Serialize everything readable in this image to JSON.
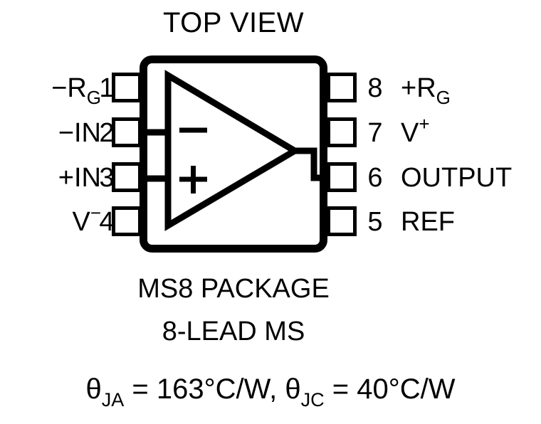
{
  "figure": {
    "title": "TOP VIEW",
    "package_name": "MS8 PACKAGE",
    "lead_description": "8-LEAD MS",
    "thermal": {
      "theta_ja_symbol": "θ",
      "theta_ja_sub": "JA",
      "theta_ja_value": " = 163°C/W, ",
      "theta_jc_symbol": "θ",
      "theta_jc_sub": "JC",
      "theta_jc_value": " = 40°C/W",
      "full_text": "θJA = 163°C/W, θJC = 40°C/W"
    },
    "colors": {
      "ink": "#000000",
      "background": "#ffffff"
    },
    "amplifier": {
      "inverting_symbol": "−",
      "noninverting_symbol": "+"
    },
    "pins_left": [
      {
        "number": "1",
        "label_main": "−R",
        "label_sub": "G",
        "label_sup": "",
        "name": "minus-rg"
      },
      {
        "number": "2",
        "label_main": "−IN",
        "label_sub": "",
        "label_sup": "",
        "name": "minus-in"
      },
      {
        "number": "3",
        "label_main": "+IN",
        "label_sub": "",
        "label_sup": "",
        "name": "plus-in"
      },
      {
        "number": "4",
        "label_main": "V",
        "label_sub": "",
        "label_sup": "−",
        "name": "v-minus"
      }
    ],
    "pins_right": [
      {
        "number": "8",
        "label_main": "+R",
        "label_sub": "G",
        "label_sup": "",
        "name": "plus-rg"
      },
      {
        "number": "7",
        "label_main": "V",
        "label_sub": "",
        "label_sup": "+",
        "name": "v-plus"
      },
      {
        "number": "6",
        "label_main": "OUTPUT",
        "label_sub": "",
        "label_sup": "",
        "name": "output"
      },
      {
        "number": "5",
        "label_main": "REF",
        "label_sub": "",
        "label_sup": "",
        "name": "ref"
      }
    ]
  }
}
